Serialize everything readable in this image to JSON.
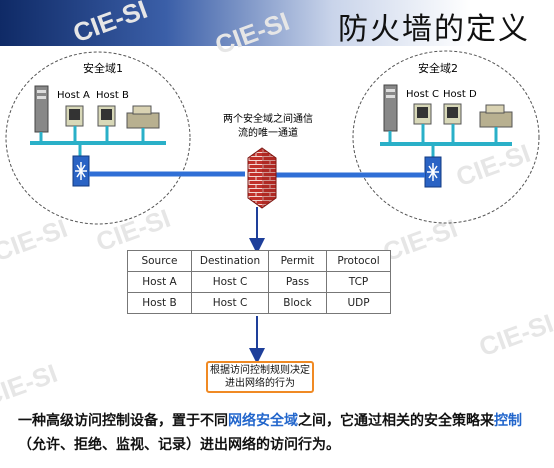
{
  "title": "防火墙的定义",
  "watermark": "CIE-SI",
  "zones": [
    {
      "label": "安全域1",
      "hosts": [
        "Host A",
        "Host B"
      ]
    },
    {
      "label": "安全域2",
      "hosts": [
        "Host C",
        "Host D"
      ]
    }
  ],
  "note": "两个安全域之间通信流的唯一通道",
  "table": {
    "headers": [
      "Source",
      "Destination",
      "Permit",
      "Protocol"
    ],
    "rows": [
      [
        "Host A",
        "Host C",
        "Pass",
        "TCP"
      ],
      [
        "Host B",
        "Host C",
        "Block",
        "UDP"
      ]
    ]
  },
  "callout": "根据访问控制规则决定进出网络的行为",
  "definition": {
    "p1": "一种高级访问控制设备，置于不同",
    "h1": "网络安全域",
    "p2": "之间，它通过相关的安全策略来",
    "h2": "控制",
    "p3": "（允许、拒绝、监视、记录）进出网络的访问行为。"
  },
  "colors": {
    "highlight": "#2266cc",
    "callout_border": "#f08a24",
    "link": "#2f6fd6",
    "firewall": "#c0302a"
  }
}
